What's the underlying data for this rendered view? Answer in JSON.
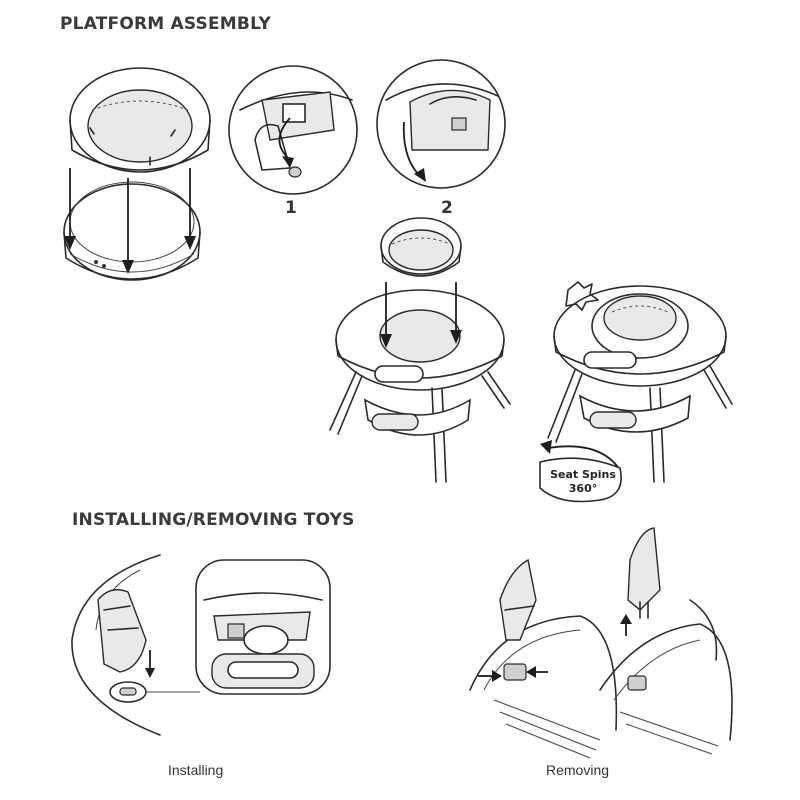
{
  "headings": {
    "platform_assembly": "PLATFORM ASSEMBLY",
    "installing_removing_toys": "INSTALLING/REMOVING TOYS"
  },
  "steps": {
    "step1": "1",
    "step2": "2"
  },
  "badge": {
    "line1": "Seat Spins",
    "line2": "360°"
  },
  "captions": {
    "installing": "Installing",
    "removing": "Removing"
  },
  "colors": {
    "ink": "#2b2b2b",
    "background": "#ffffff",
    "shade": "#e9e9e9"
  }
}
